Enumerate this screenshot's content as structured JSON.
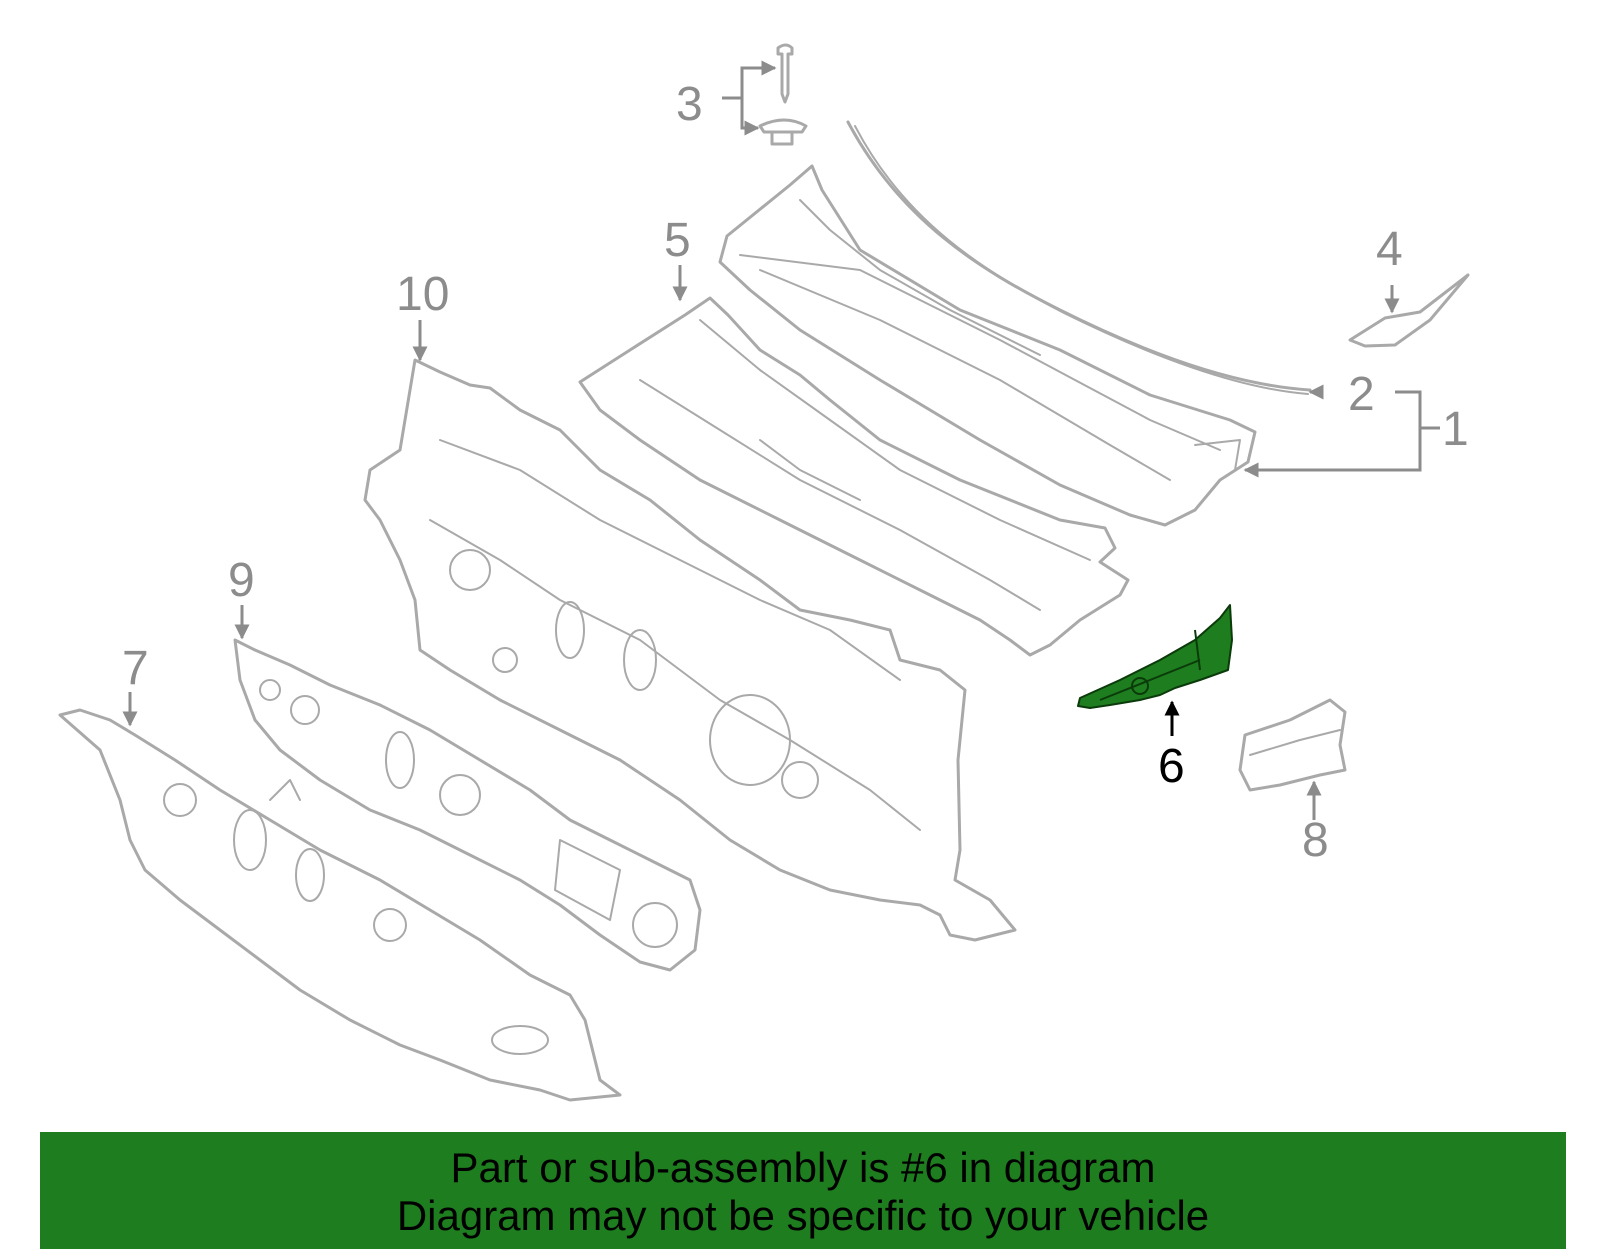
{
  "callouts": {
    "c1": "1",
    "c2": "2",
    "c3": "3",
    "c4": "4",
    "c5": "5",
    "c6": "6",
    "c7": "7",
    "c8": "8",
    "c9": "9",
    "c10": "10"
  },
  "highlighted_part": "6",
  "colors": {
    "highlight": "#1e7d1e",
    "outline": "#a9a9a9",
    "callout": "#8c8c8c",
    "banner": "#1e7d1e"
  },
  "banner": {
    "line1": "Part or sub-assembly is #6 in diagram",
    "line2": "Diagram may not be specific to your vehicle"
  }
}
